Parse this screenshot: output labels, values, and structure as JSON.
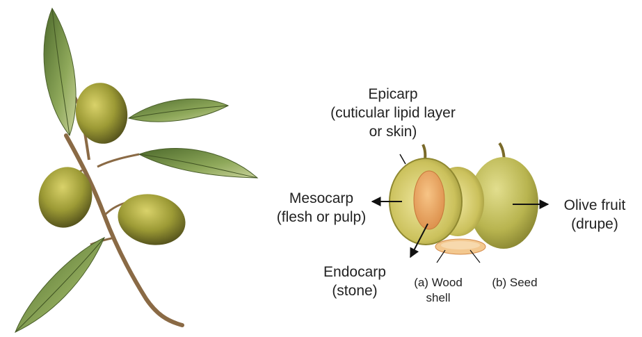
{
  "labels": {
    "epicarp": {
      "line1": "Epicarp",
      "line2": "(cuticular lipid layer",
      "line3": "or skin)"
    },
    "mesocarp": {
      "line1": "Mesocarp",
      "line2": "(flesh or pulp)"
    },
    "endocarp": {
      "line1": "Endocarp",
      "line2": "(stone)"
    },
    "wood_shell": {
      "line1": "(a) Wood",
      "line2": "shell"
    },
    "seed": {
      "line1": "(b) Seed"
    },
    "olive_fruit": {
      "line1": "Olive fruit",
      "line2": "(drupe)"
    }
  },
  "colors": {
    "leaf_dark": "#5f7a3a",
    "leaf_light": "#b9c98a",
    "olive_dark": "#6d6a23",
    "olive_light": "#c8c15a",
    "stone": "#e9a15d",
    "stem": "#8a6a45"
  }
}
